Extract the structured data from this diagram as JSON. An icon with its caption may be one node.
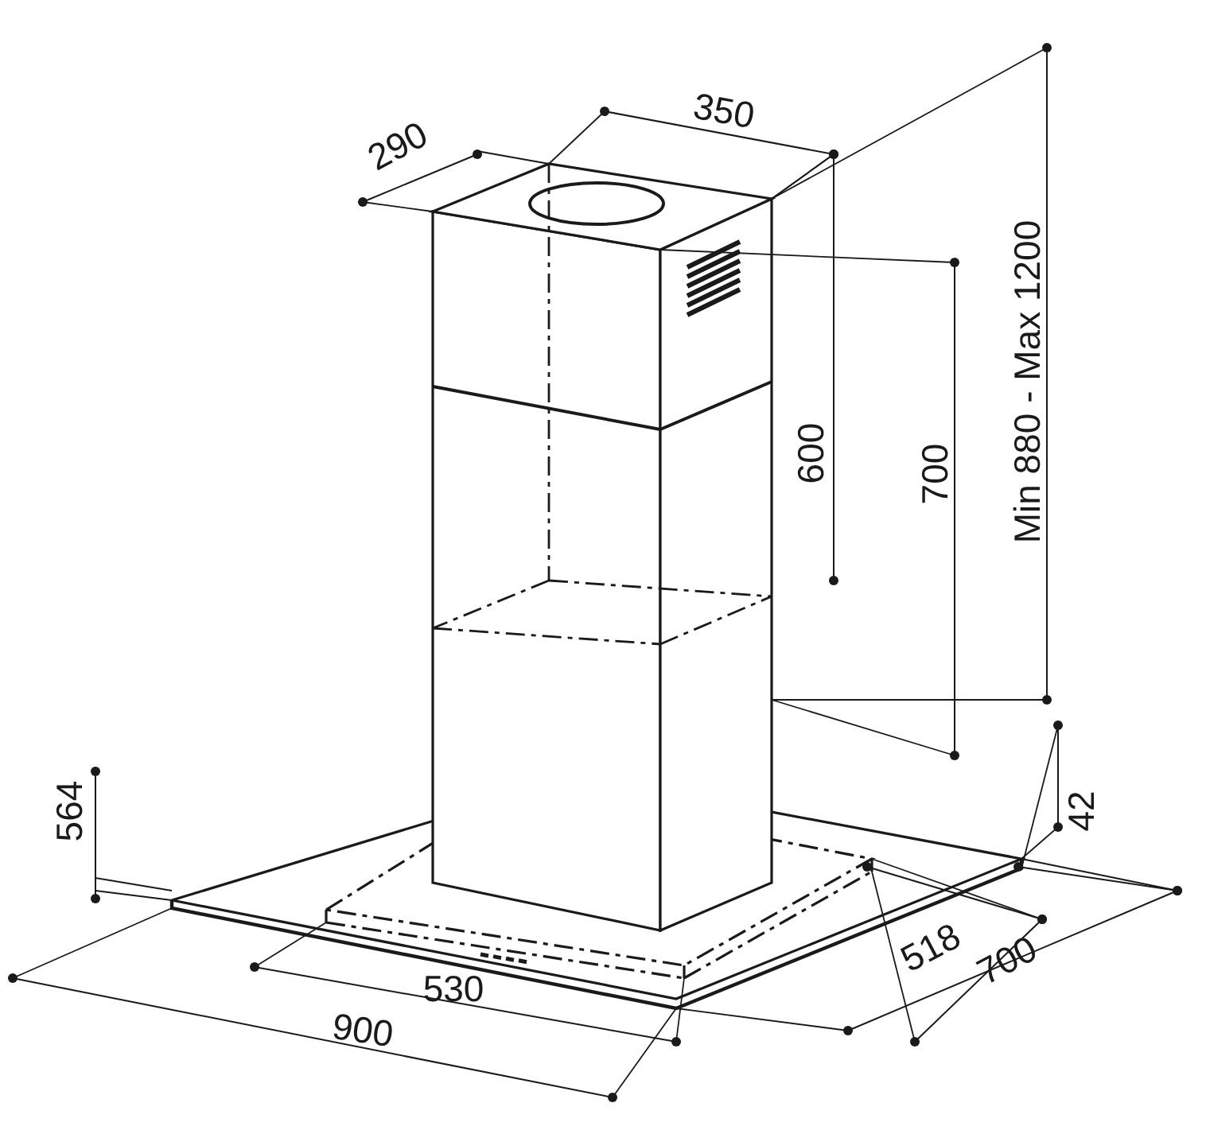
{
  "diagram": {
    "labels": [
      "290",
      "350",
      "600",
      "700",
      "Min  880 - Max 1200",
      "564",
      "42",
      "518",
      "700",
      "530",
      "900"
    ]
  }
}
